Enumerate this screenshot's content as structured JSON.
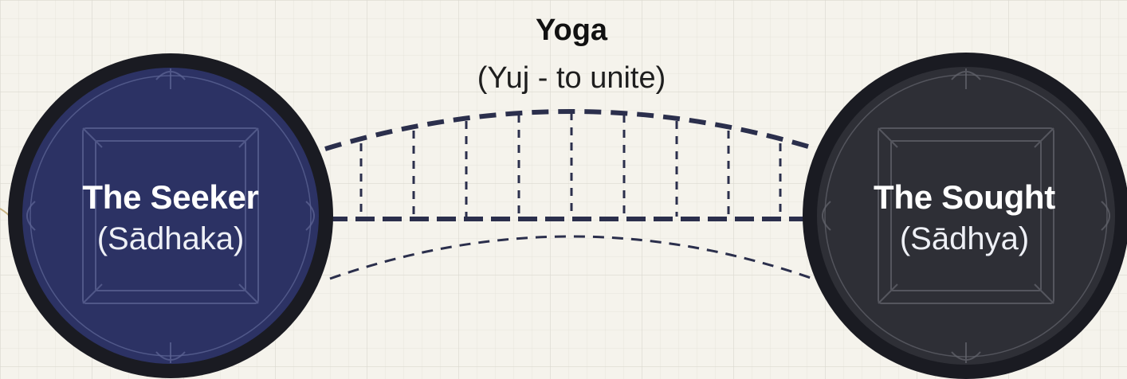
{
  "bridge": {
    "title": "Yoga",
    "subtitle": "(Yuj - to unite)"
  },
  "nodes": {
    "seeker": {
      "title": "The Seeker",
      "subtitle": "(Sādhaka)",
      "fill_color": "#2c3264"
    },
    "sought": {
      "title": "The Sought",
      "subtitle": "(Sādhya)",
      "fill_color": "#2e2f36"
    }
  },
  "colors": {
    "background": "#f5f3ec",
    "grid": "#e3e1d9",
    "ring": "#1a1b22",
    "line": "#2b2f4c"
  }
}
